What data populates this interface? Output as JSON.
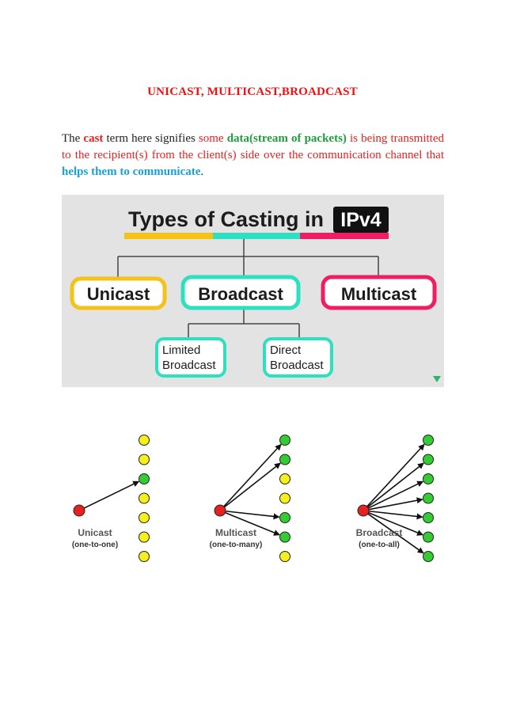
{
  "document": {
    "title": "UNICAST, MULTICAST,BROADCAST",
    "intro": {
      "p1": "The ",
      "cast": "cast",
      "p2": " term here signifies ",
      "some": "some",
      "p3": " ",
      "data": "data(stream of packets)",
      "p4": " is being transmitted to the recipient(s) from the client(s) side over the communication channel that ",
      "helps": "helps them to communicate",
      "p5": "."
    }
  },
  "casting_diagram": {
    "heading_main": "Types of Casting in",
    "heading_badge": "IPv4",
    "underline_colors": [
      "#f5c218",
      "#2de0c0",
      "#ee1d64"
    ],
    "types": [
      {
        "label": "Unicast",
        "border": "#f5c218"
      },
      {
        "label": "Broadcast",
        "border": "#2de0c0"
      },
      {
        "label": "Multicast",
        "border": "#ee1d64"
      }
    ],
    "broadcast_subtypes": [
      {
        "line1": "Limited",
        "line2": "Broadcast"
      },
      {
        "line1": "Direct",
        "line2": "Broadcast"
      }
    ],
    "line_color": "#444444"
  },
  "cast_modes": {
    "colors": {
      "sender": "#e82020",
      "receiver": "#33cc33",
      "idle": "#f5ef1e"
    },
    "panels": [
      {
        "name": "Unicast",
        "sub": "(one-to-one)",
        "targets": [
          false,
          false,
          true,
          false,
          false,
          false,
          false
        ]
      },
      {
        "name": "Multicast",
        "sub": "(one-to-many)",
        "targets": [
          true,
          true,
          false,
          false,
          true,
          true,
          false
        ]
      },
      {
        "name": "Broadcast",
        "sub": "(one-to-all)",
        "targets": [
          true,
          true,
          true,
          true,
          true,
          true,
          true
        ]
      }
    ]
  }
}
